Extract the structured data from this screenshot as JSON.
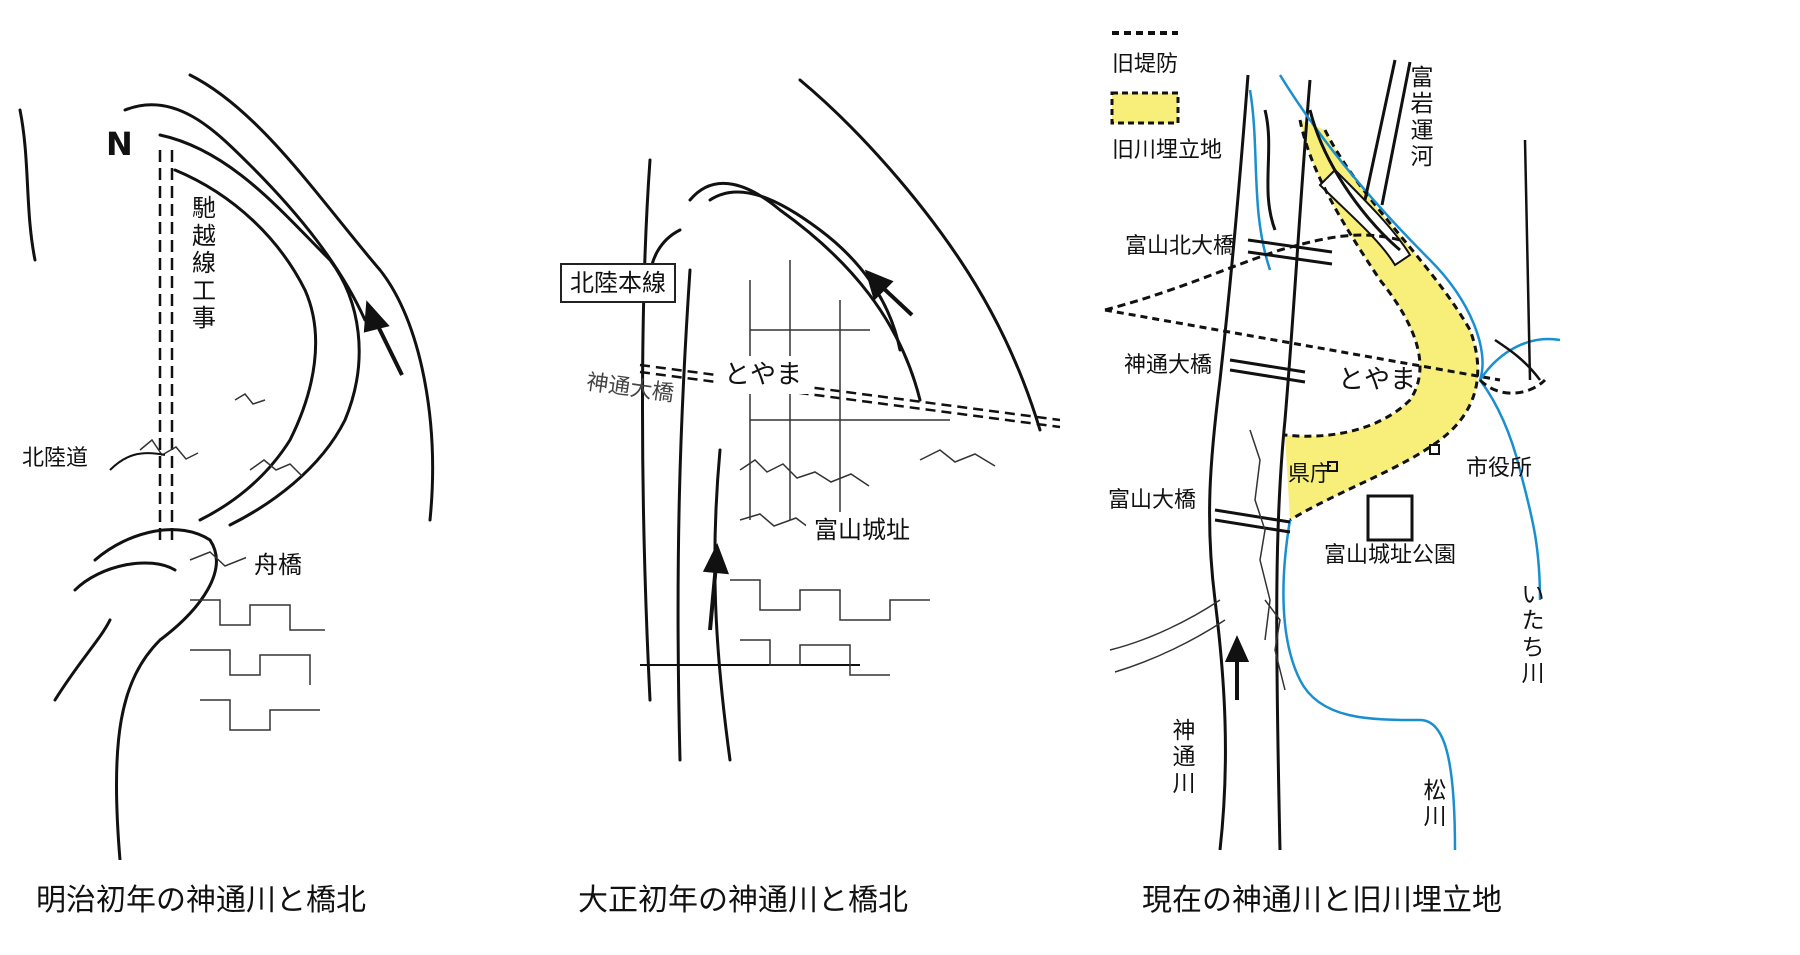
{
  "maps": [
    {
      "caption": "明治初年の神通川と橋北",
      "north": "N",
      "labels": {
        "railway_work": "馳越線工事",
        "hokurikudo": "北陸道",
        "funabashi": "舟橋"
      }
    },
    {
      "caption": "大正初年の神通川と橋北",
      "labels": {
        "hokuriku_line": "北陸本線",
        "jintsu_bridge": "神通大橋",
        "toyama": "とやま",
        "castle_site": "富山城址"
      }
    },
    {
      "caption": "現在の神通川と旧川埋立地",
      "legend": {
        "old_levee": "旧堤防",
        "old_river_landfill": "旧川埋立地"
      },
      "labels": {
        "fugan_canal": "富岩運河",
        "toyama_kita_bridge": "富山北大橋",
        "jintsu_bridge": "神通大橋",
        "toyama": "とやま",
        "city_hall": "市役所",
        "pref_office": "県庁",
        "toyama_bridge": "富山大橋",
        "castle_park": "富山城址公園",
        "itachi_river": "いたち川",
        "jintsu_river": "神通川",
        "matsu_river": "松川"
      }
    }
  ],
  "colors": {
    "landfill": "#f7ef7a",
    "water_line": "#1a8fd0",
    "ink": "#111111"
  }
}
